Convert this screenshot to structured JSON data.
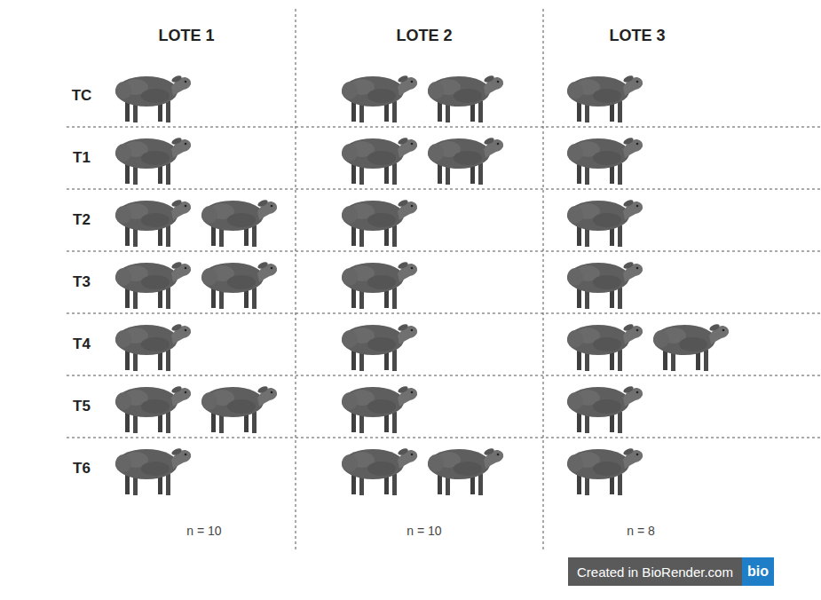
{
  "diagram": {
    "nodes": [
      {
        "text": [
          "Created in BioRender.com"
        ]
      },
      {
        "text": [
          "bio"
        ]
      }
    ],
    "labels": [
      "LOTE 1",
      "LOTE 2",
      "LOTE 3",
      "TC",
      "T1",
      "T2",
      "T3",
      "T4",
      "T5",
      "T6",
      "n = 10",
      "n = 10",
      "n = 8"
    ]
  }
}
